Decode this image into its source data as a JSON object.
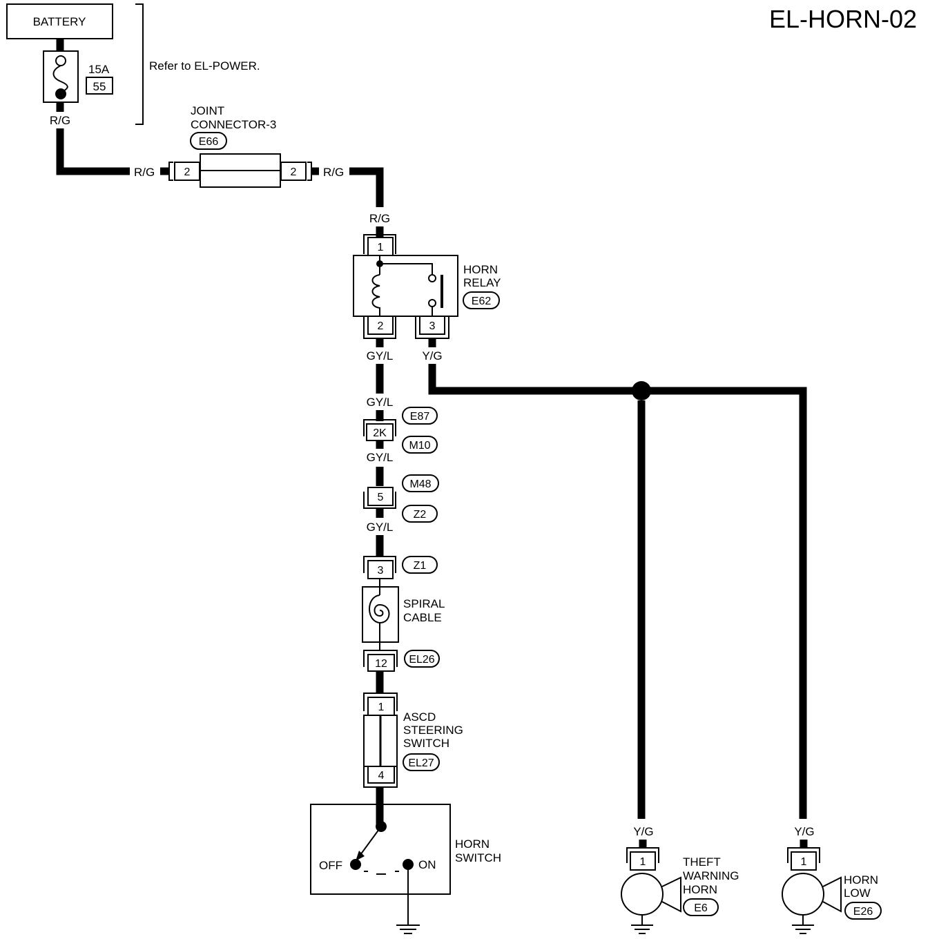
{
  "page_code": "EL-HORN-02",
  "battery": {
    "label": "BATTERY"
  },
  "fuse": {
    "amps": "15A",
    "number": "55"
  },
  "refer_note": "Refer to EL-POWER.",
  "joint_connector": {
    "line1": "JOINT",
    "line2": "CONNECTOR-3",
    "code": "E66",
    "pin_left": "2",
    "pin_right": "2"
  },
  "wire_colors": {
    "rg": "R/G",
    "gyl": "GY/L",
    "yg": "Y/G"
  },
  "horn_relay": {
    "line1": "HORN",
    "line2": "RELAY",
    "code": "E62",
    "pin_top": "1",
    "pin_left": "2",
    "pin_right": "3"
  },
  "connectors": {
    "e87": "E87",
    "pin_2k": "2K",
    "m10": "M10",
    "m48": "M48",
    "pin_5": "5",
    "z2": "Z2",
    "z1": "Z1",
    "pin_3": "3",
    "el26": "EL26",
    "pin_12": "12"
  },
  "spiral_cable": {
    "line1": "SPIRAL",
    "line2": "CABLE"
  },
  "ascd_switch": {
    "line1": "ASCD",
    "line2": "STEERING",
    "line3": "SWITCH",
    "code": "EL27",
    "pin_top": "1",
    "pin_bottom": "4"
  },
  "horn_switch": {
    "line1": "HORN",
    "line2": "SWITCH",
    "off": "OFF",
    "on": "ON"
  },
  "theft_horn": {
    "line1": "THEFT",
    "line2": "WARNING",
    "line3": "HORN",
    "code": "E6",
    "pin": "1"
  },
  "horn_low": {
    "line1": "HORN",
    "line2": "LOW",
    "code": "E26",
    "pin": "1"
  }
}
